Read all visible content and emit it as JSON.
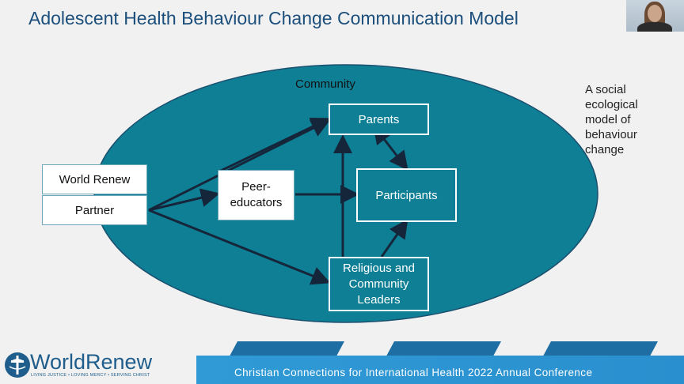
{
  "slide": {
    "title": "Adolescent Health Behaviour Change Communication Model",
    "side_note": "A social ecological model of behaviour change"
  },
  "diagram": {
    "container_label": "Community",
    "nodes": {
      "world_renew": "World Renew",
      "partner": "Partner",
      "peer_educators": "Peer-\neducators",
      "parents": "Parents",
      "participants": "Participants",
      "religious_leaders": "Religious and Community Leaders"
    }
  },
  "footer": {
    "conference": "Christian Connections for International Health 2022 Annual Conference",
    "logo_wordmark": "WorldRenew",
    "logo_tagline": "LIVING JUSTICE • LOVING MERCY • SERVING CHRIST"
  },
  "colors": {
    "ellipse_fill": "#0e7f95",
    "ellipse_stroke": "#1b4f6e",
    "arrow": "#16263a",
    "title": "#1c4f7c",
    "footer_band": "#2f9ad6"
  },
  "webcam": {
    "icon": "presenter-video-thumbnail"
  }
}
